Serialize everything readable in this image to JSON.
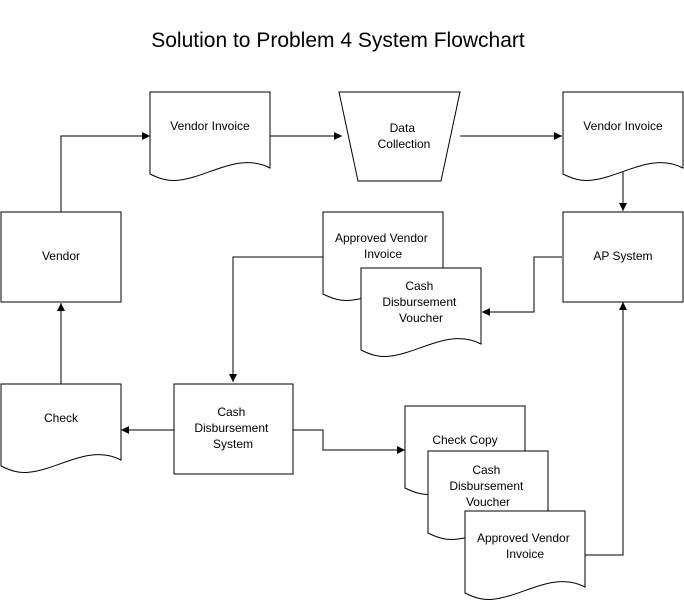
{
  "title": "Solution to Problem 4 System Flowchart",
  "nodes": {
    "vendor": "Vendor",
    "vendor_invoice_1": "Vendor Invoice",
    "data_collection": [
      "Data",
      "Collection"
    ],
    "vendor_invoice_2": "Vendor Invoice",
    "ap_system": "AP System",
    "approved_vendor_invoice_1": [
      "Approved Vendor",
      "Invoice"
    ],
    "cash_disbursement_voucher_1": [
      "Cash",
      "Disbursement",
      "Voucher"
    ],
    "check": "Check",
    "cash_disbursement_system": [
      "Cash",
      "Disbursement",
      "System"
    ],
    "check_copy": "Check Copy",
    "cash_disbursement_voucher_2": [
      "Cash",
      "Disbursement",
      "Voucher"
    ],
    "approved_vendor_invoice_2": [
      "Approved Vendor",
      "Invoice"
    ]
  }
}
